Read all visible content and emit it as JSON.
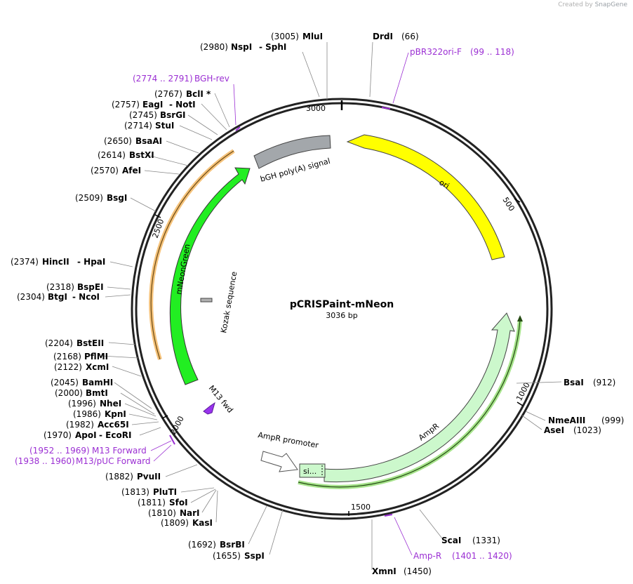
{
  "credit": {
    "prefix": "Created by",
    "brand": "SnapGene"
  },
  "plasmid": {
    "name": "pCRISPaint-mNeon",
    "size_label": "3036 bp"
  },
  "ticks": [
    "500",
    "1000",
    "1500",
    "2000",
    "2500",
    "3000"
  ],
  "features": [
    {
      "label": "ori",
      "color": "#ffff00"
    },
    {
      "label": "AmpR",
      "color": "#ccf8cc"
    },
    {
      "label": "si...",
      "color": "#ccf8cc"
    },
    {
      "label": "AmpR promoter",
      "color": "#ffffff"
    },
    {
      "label": "mNeonGreen",
      "color": "#22ee22"
    },
    {
      "label": "Kozak sequence",
      "color": "#b0b0b0"
    },
    {
      "label": "bGH poly(A) signal",
      "color": "#a3a7ab"
    },
    {
      "label": "M13 fwd",
      "color": "#9933ee"
    }
  ],
  "sites": [
    {
      "pos": "(3005)",
      "name": "MluI"
    },
    {
      "pos": "(2980)",
      "name": "NspI",
      "extra": "- SphI"
    },
    {
      "pos": "(66)",
      "name": "DrdI"
    },
    {
      "pos": "(2767)",
      "name": "BclI *"
    },
    {
      "pos": "(2757)",
      "name": "EagI",
      "extra": "- NotI"
    },
    {
      "pos": "(2745)",
      "name": "BsrGI"
    },
    {
      "pos": "(2714)",
      "name": "StuI"
    },
    {
      "pos": "(2650)",
      "name": "BsaAI"
    },
    {
      "pos": "(2614)",
      "name": "BstXI"
    },
    {
      "pos": "(2570)",
      "name": "AfeI"
    },
    {
      "pos": "(2509)",
      "name": "BsgI"
    },
    {
      "pos": "(2374)",
      "name": "HincII",
      "extra": "- HpaI"
    },
    {
      "pos": "(2318)",
      "name": "BspEI"
    },
    {
      "pos": "(2304)",
      "name": "BtgI",
      "extra": "- NcoI"
    },
    {
      "pos": "(2204)",
      "name": "BstEII"
    },
    {
      "pos": "(2168)",
      "name": "PflMI"
    },
    {
      "pos": "(2122)",
      "name": "XcmI"
    },
    {
      "pos": "(2045)",
      "name": "BamHI"
    },
    {
      "pos": "(2000)",
      "name": "BmtI"
    },
    {
      "pos": "(1996)",
      "name": "NheI"
    },
    {
      "pos": "(1986)",
      "name": "KpnI"
    },
    {
      "pos": "(1982)",
      "name": "Acc65I"
    },
    {
      "pos": "(1970)",
      "name": "ApoI",
      "extra": "- EcoRI"
    },
    {
      "pos": "(1882)",
      "name": "PvuII"
    },
    {
      "pos": "(1813)",
      "name": "PluTI"
    },
    {
      "pos": "(1811)",
      "name": "SfoI"
    },
    {
      "pos": "(1810)",
      "name": "NarI"
    },
    {
      "pos": "(1809)",
      "name": "KasI"
    },
    {
      "pos": "(1692)",
      "name": "BsrBI"
    },
    {
      "pos": "(1655)",
      "name": "SspI"
    },
    {
      "pos": "(1450)",
      "name": "XmnI"
    },
    {
      "pos": "(1331)",
      "name": "ScaI"
    },
    {
      "pos": "(912)",
      "name": "BsaI"
    },
    {
      "pos": "(999)",
      "name": "NmeAIII"
    },
    {
      "pos": "(1023)",
      "name": "AseI"
    }
  ],
  "primers": [
    {
      "range": "(2774 .. 2791)",
      "name": "BGH-rev"
    },
    {
      "range": "(99 .. 118)",
      "name": "pBR322ori-F"
    },
    {
      "range": "(1952 .. 1969)",
      "name": "M13 Forward"
    },
    {
      "range": "(1938 .. 1960)",
      "name": "M13/pUC Forward"
    },
    {
      "range": "(1401 .. 1420)",
      "name": "Amp-R"
    }
  ]
}
